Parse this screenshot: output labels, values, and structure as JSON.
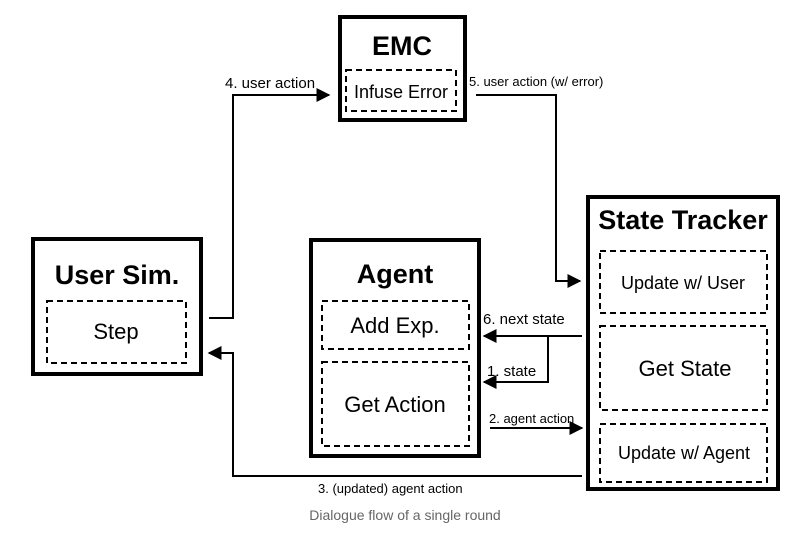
{
  "emc": {
    "title": "EMC",
    "step": "Infuse Error"
  },
  "user_sim": {
    "title": "User Sim.",
    "step": "Step"
  },
  "agent": {
    "title": "Agent",
    "steps": [
      "Add Exp.",
      "Get Action"
    ]
  },
  "state_tracker": {
    "title": "State Tracker",
    "steps": [
      "Update w/ User",
      "Get State",
      "Update w/ Agent"
    ]
  },
  "edges": {
    "e1": "1. state",
    "e2": "2. agent action",
    "e3": "3. (updated) agent action",
    "e4": "4. user action",
    "e5": "5. user action (w/ error)",
    "e6": "6. next state"
  },
  "caption": "Dialogue flow of a single round"
}
